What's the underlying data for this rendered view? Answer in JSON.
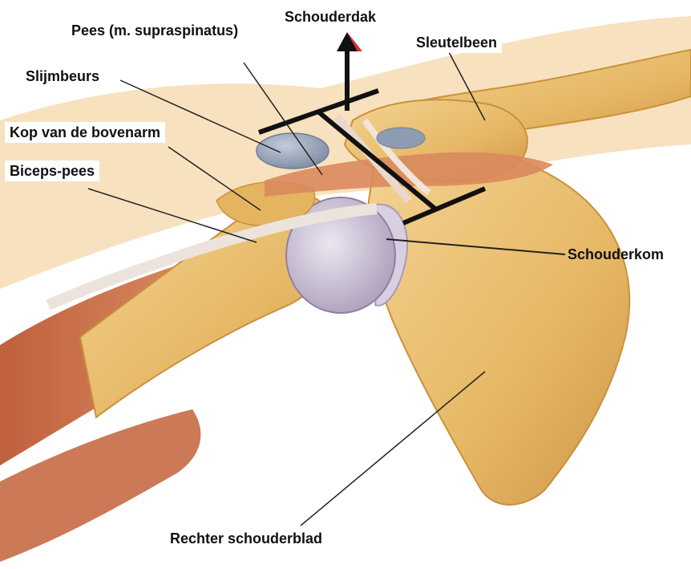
{
  "labels": {
    "pees": "Pees (m. supraspinatus)",
    "schouderdak": "Schouderdak",
    "sleutelbeen": "Sleutelbeen",
    "slijmbeurs": "Slijmbeurs",
    "kop_bovenarm": "Kop van de bovenarm",
    "biceps_pees": "Biceps-pees",
    "schouderkom": "Schouderkom",
    "rechter_schouderblad": "Rechter schouderblad"
  },
  "colors": {
    "bone": "#e9bf6d",
    "bone_shadow": "#c9913c",
    "muscle": "#cf7a52",
    "bursa": "#93a2b7",
    "cartilage": "#c7bfd3",
    "tendon": "#e7ddd0",
    "arrow": "#111111",
    "arrow_tip": "#d92b2b"
  }
}
